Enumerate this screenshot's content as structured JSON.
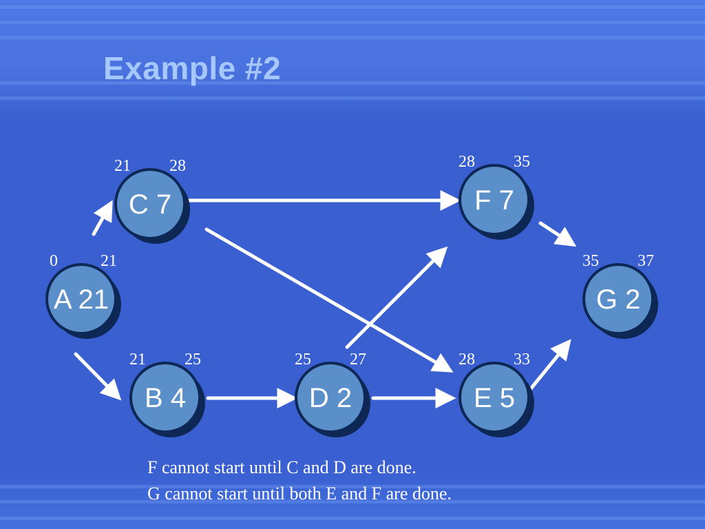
{
  "title": "Example #2",
  "nodes": [
    {
      "id": "A",
      "label": "A 21",
      "start": "0",
      "finish": "21"
    },
    {
      "id": "C",
      "label": "C 7",
      "start": "21",
      "finish": "28"
    },
    {
      "id": "B",
      "label": "B 4",
      "start": "21",
      "finish": "25"
    },
    {
      "id": "D",
      "label": "D 2",
      "start": "25",
      "finish": "27"
    },
    {
      "id": "F",
      "label": "F 7",
      "start": "28",
      "finish": "35"
    },
    {
      "id": "E",
      "label": "E 5",
      "start": "28",
      "finish": "33"
    },
    {
      "id": "G",
      "label": "G 2",
      "start": "35",
      "finish": "37"
    }
  ],
  "edges": [
    {
      "from": "A",
      "to": "C"
    },
    {
      "from": "A",
      "to": "B"
    },
    {
      "from": "C",
      "to": "F"
    },
    {
      "from": "C",
      "to": "E"
    },
    {
      "from": "B",
      "to": "D"
    },
    {
      "from": "D",
      "to": "E"
    },
    {
      "from": "D",
      "to": "F"
    },
    {
      "from": "F",
      "to": "G"
    },
    {
      "from": "E",
      "to": "G"
    }
  ],
  "notes": [
    "F cannot start until C and D are done.",
    "G cannot start until both E and F are done."
  ],
  "colors": {
    "background": "#3a5fd0",
    "title": "#a6c8ff",
    "node_fill": "#5b8fc9",
    "node_ring": "#0e2856",
    "text": "#ffffff",
    "arrow": "#ffffff"
  }
}
